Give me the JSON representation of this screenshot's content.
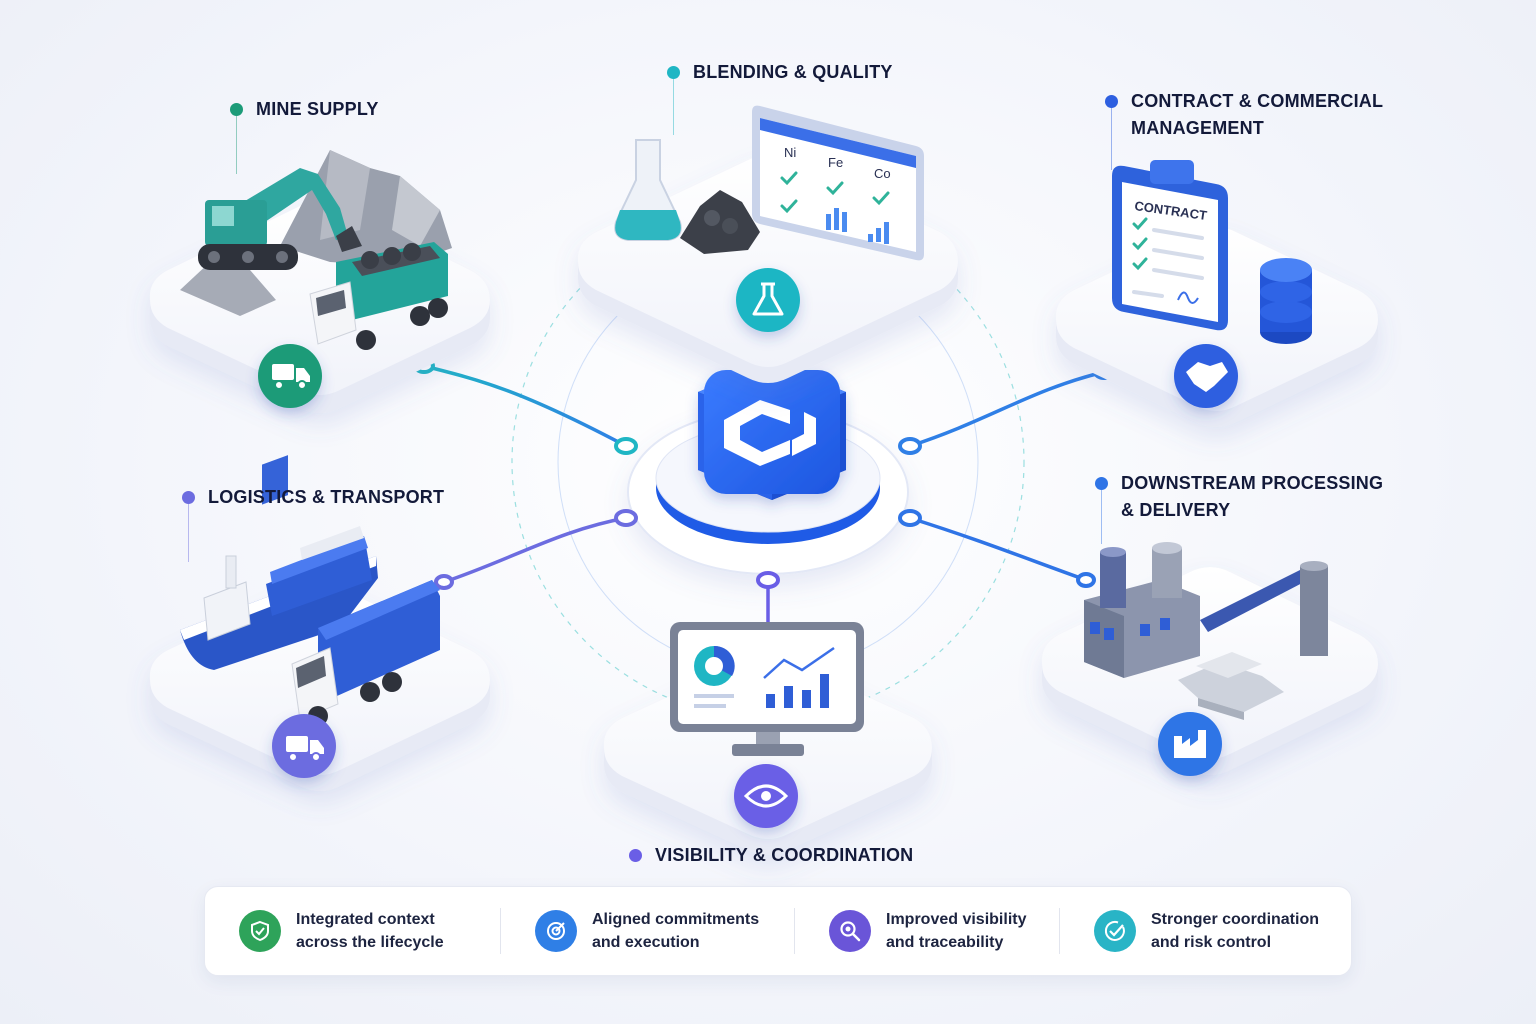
{
  "nodes": {
    "mine_supply": {
      "label": [
        "MINE SUPPLY"
      ],
      "color": "#1c9b78"
    },
    "blending_quality": {
      "label": [
        "BLENDING & QUALITY"
      ],
      "color": "#1fb6c4",
      "panel": {
        "columns": [
          "Ni",
          "Fe",
          "Co"
        ]
      }
    },
    "contract_commercial": {
      "label": [
        "CONTRACT & COMMERCIAL",
        "MANAGEMENT"
      ],
      "color": "#2d5fe0",
      "document_title": "CONTRACT"
    },
    "logistics_transport": {
      "label": [
        "LOGISTICS & TRANSPORT"
      ],
      "color": "#6c6ce0"
    },
    "downstream_processing": {
      "label": [
        "DOWNSTREAM PROCESSING",
        "& DELIVERY"
      ],
      "color": "#2f74e6"
    },
    "visibility_coordination": {
      "label": [
        "VISIBILITY & COORDINATION"
      ],
      "color": "#6a5ee6"
    }
  },
  "hub": {
    "color": "#1f5be6",
    "icon": "platform-logo-icon"
  },
  "benefits": [
    {
      "lines": [
        "Integrated context",
        "across the lifecycle"
      ],
      "icon": "shield-check-icon",
      "color": "#2ea35a"
    },
    {
      "lines": [
        "Aligned commitments",
        "and execution"
      ],
      "icon": "target-icon",
      "color": "#2f7fe6"
    },
    {
      "lines": [
        "Improved visibility",
        "and traceability"
      ],
      "icon": "search-icon",
      "color": "#6a55d8"
    },
    {
      "lines": [
        "Stronger coordination",
        "and risk control"
      ],
      "icon": "check-circle-icon",
      "color": "#29b4c6"
    }
  ]
}
